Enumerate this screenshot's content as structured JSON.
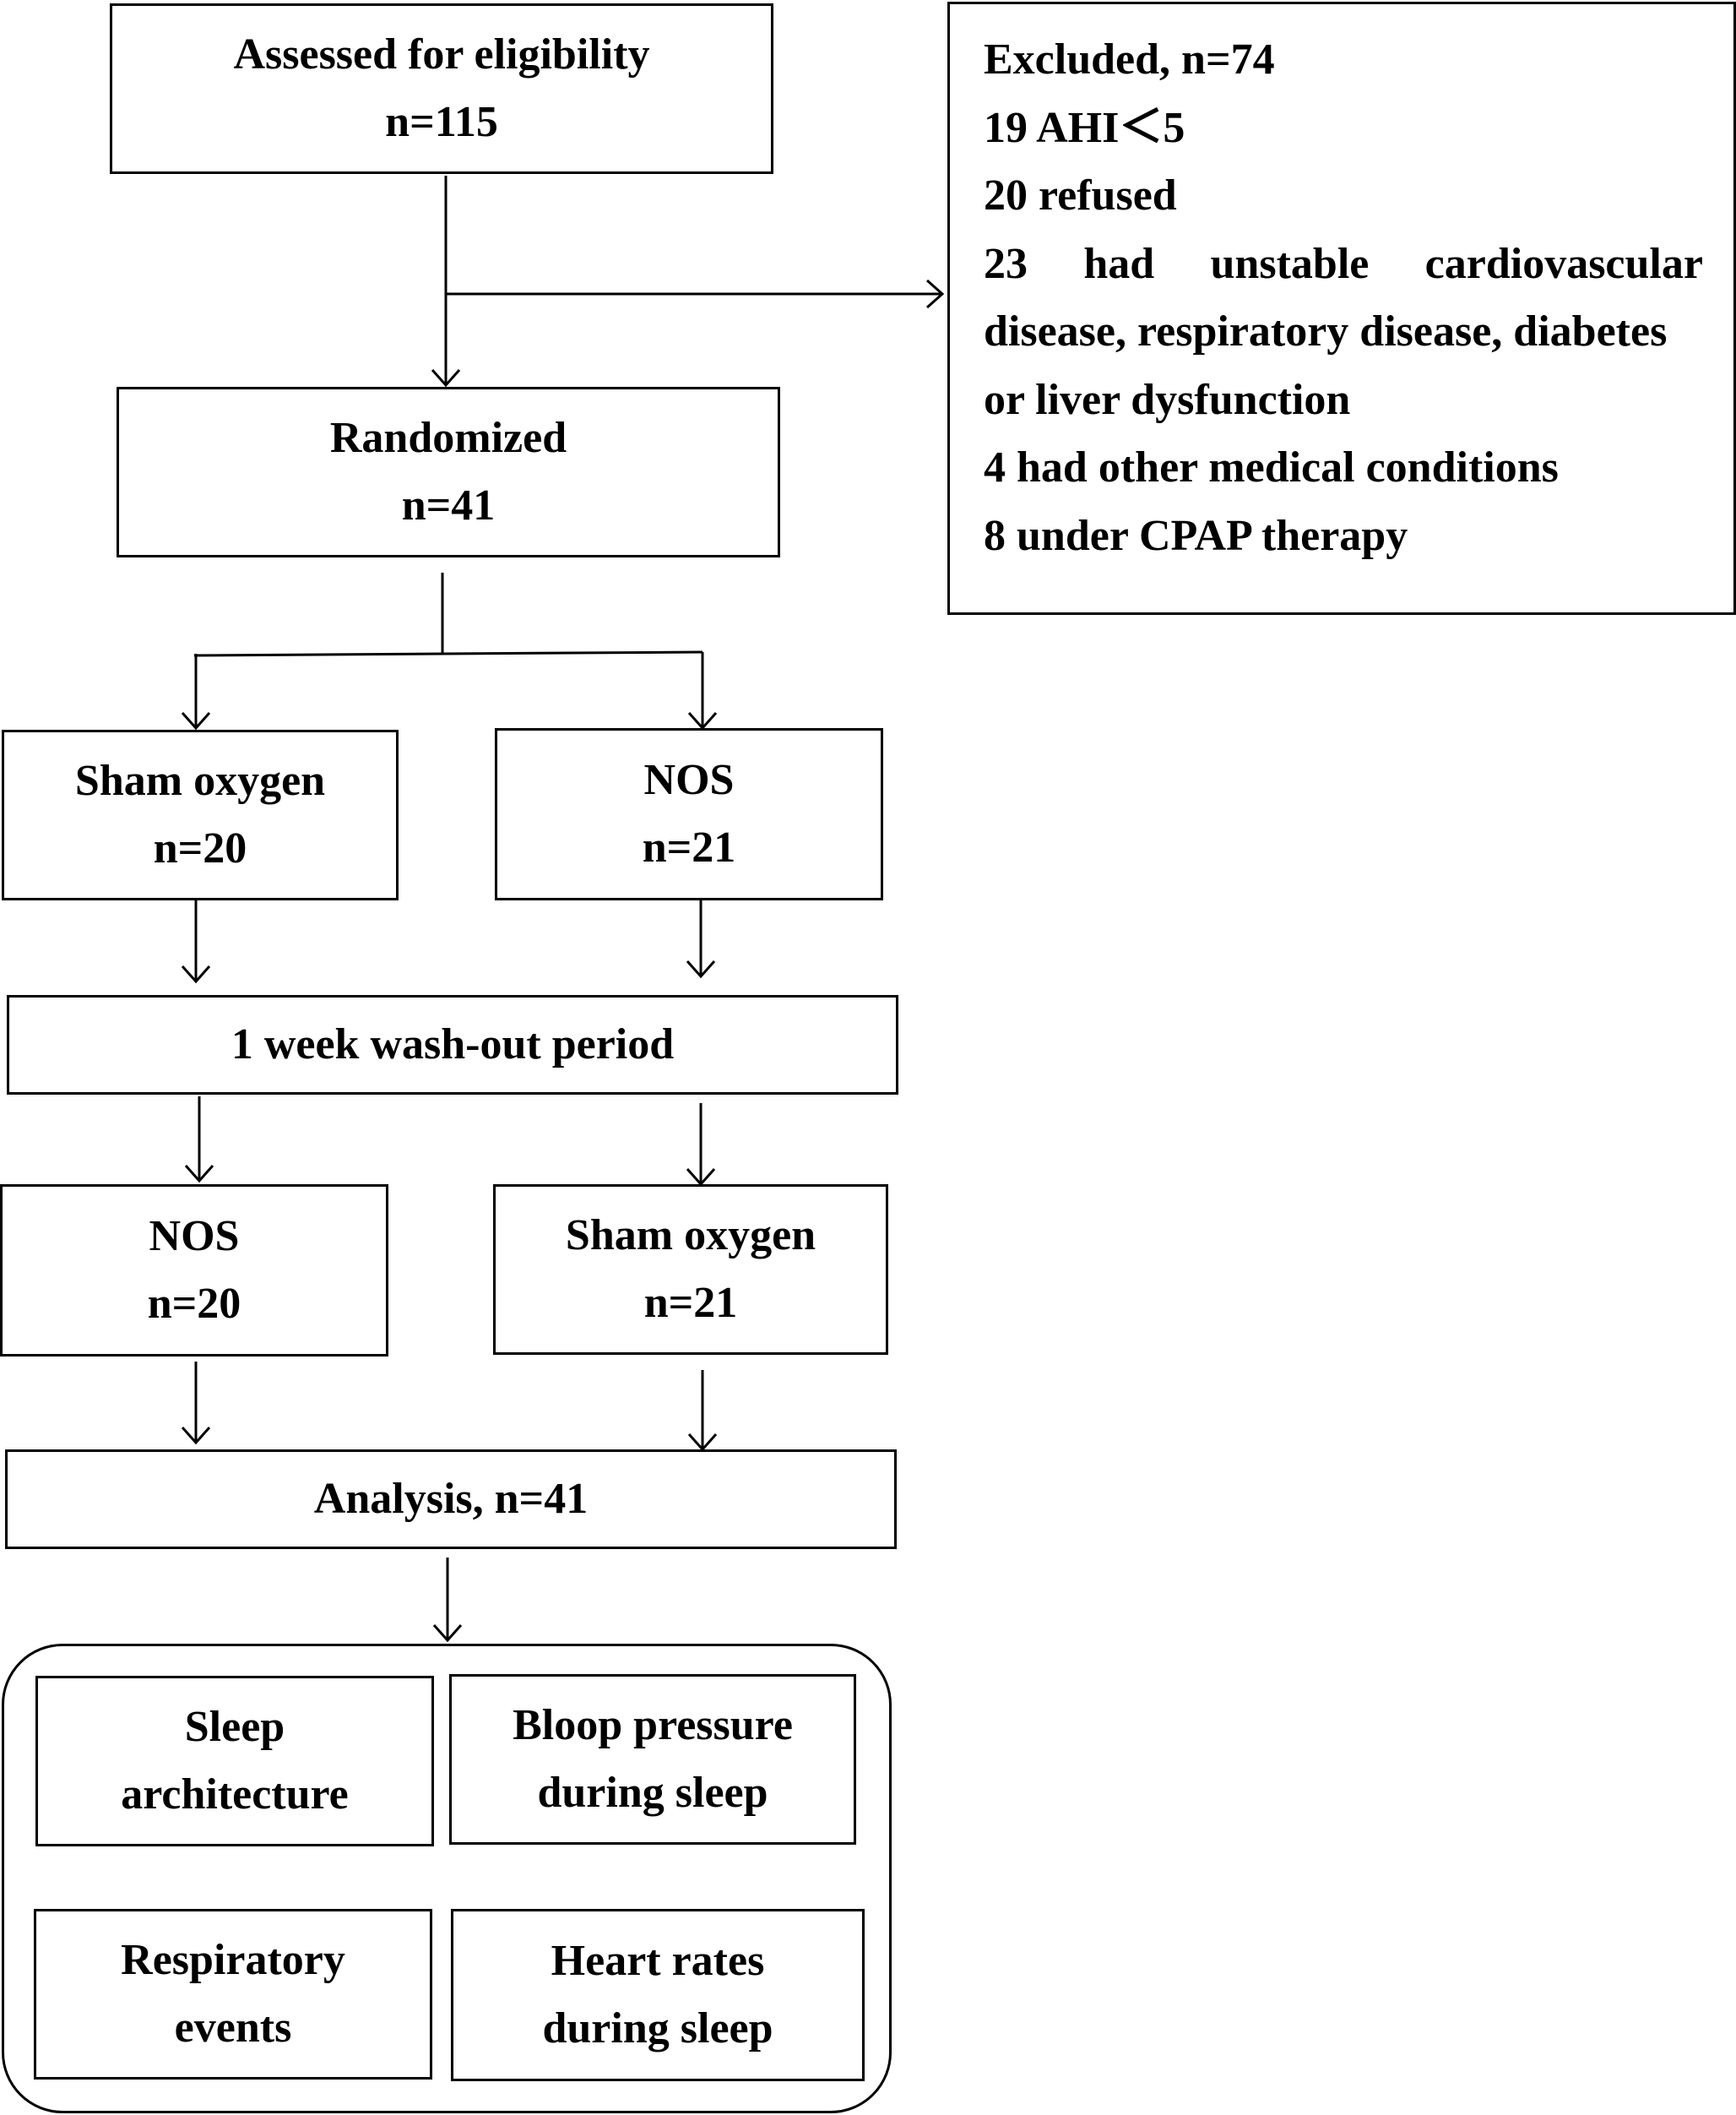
{
  "flow": {
    "assessed": {
      "title": "Assessed for eligibility",
      "n": "n=115"
    },
    "excluded": {
      "title": "Excluded, n=74",
      "line1": "19 AHI＜5",
      "line2": "20 refused",
      "line3_words": [
        "23",
        "had",
        "unstable",
        "cardiovascular"
      ],
      "line4": "disease, respiratory disease, diabetes",
      "line5": "or liver dysfunction",
      "line6": "4 had other medical conditions",
      "line7": "8 under CPAP therapy"
    },
    "randomized": {
      "title": "Randomized",
      "n": "n=41"
    },
    "period1": {
      "left": {
        "title": "Sham oxygen",
        "n": "n=20"
      },
      "right": {
        "title": "NOS",
        "n": "n=21"
      }
    },
    "washout": {
      "title": "1 week wash-out period"
    },
    "period2": {
      "left": {
        "title": "NOS",
        "n": "n=20"
      },
      "right": {
        "title": "Sham oxygen",
        "n": "n=21"
      }
    },
    "analysis": {
      "title": "Analysis, n=41"
    },
    "outcomes": {
      "sleep_architecture": [
        "Sleep",
        "architecture"
      ],
      "blood_pressure": [
        "Bloop pressure",
        "during sleep"
      ],
      "respiratory_events": [
        "Respiratory",
        "events"
      ],
      "heart_rates": [
        "Heart rates",
        "during sleep"
      ]
    }
  }
}
